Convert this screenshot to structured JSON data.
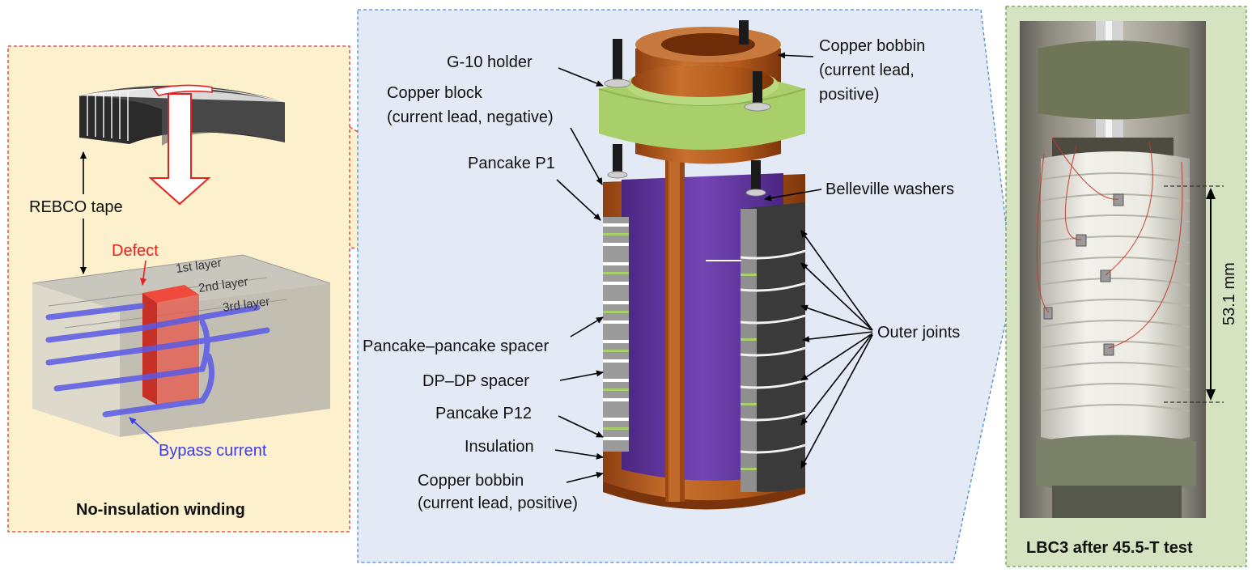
{
  "panel_left": {
    "title": "No-insulation winding",
    "rebco_label": "REBCO tape",
    "defect_label": "Defect",
    "bypass_label": "Bypass current",
    "layers": [
      "1st layer",
      "2nd layer",
      "3rd layer"
    ]
  },
  "panel_middle": {
    "labels": {
      "g10": "G-10 holder",
      "cu_block_1": "Copper block",
      "cu_block_2": "(current lead, negative)",
      "p1": "Pancake P1",
      "spacer": "Pancake–pancake spacer",
      "dpdp": "DP–DP spacer",
      "p12": "Pancake P12",
      "insulation": "Insulation",
      "bobbin_bottom_1": "Copper bobbin",
      "bobbin_bottom_2": "(current lead, positive)",
      "bobbin_top_1": "Copper bobbin",
      "bobbin_top_2": "(current lead,",
      "bobbin_top_3": "positive)",
      "belleville": "Belleville washers",
      "outer_joints": "Outer joints"
    }
  },
  "panel_right": {
    "caption": "LBC3 after 45.5-T test",
    "dimension": "53.1 mm"
  },
  "colors": {
    "left_bg": "#fdf0cc",
    "middle_bg": "#e3eaf5",
    "right_bg": "#d5e3c0",
    "copper": "#b65a1e",
    "purple": "#6a3aa6",
    "green_ring": "#a9cf6a",
    "defect": "#e23b2e",
    "bypass": "#5050e6"
  }
}
